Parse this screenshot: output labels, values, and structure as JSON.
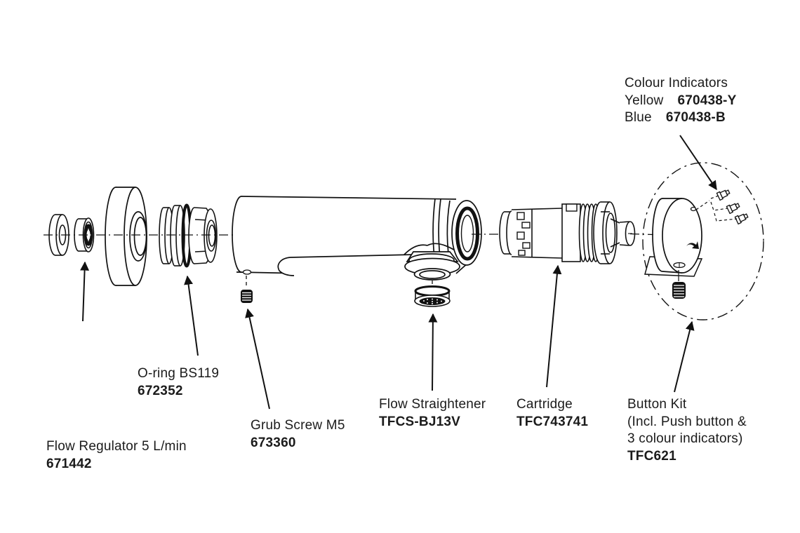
{
  "colors": {
    "ink": "#111111",
    "background": "#ffffff"
  },
  "labels": {
    "colour_indicators": {
      "title": "Colour Indicators",
      "rows": [
        {
          "name": "Yellow",
          "code": "670438-Y"
        },
        {
          "name": "Blue",
          "code": "670438-B"
        }
      ]
    },
    "flow_regulator": {
      "name": "Flow Regulator 5 L/min",
      "code": "671442"
    },
    "o_ring": {
      "name": "O-ring BS119",
      "code": "672352"
    },
    "grub_screw": {
      "name": "Grub Screw M5",
      "code": "673360"
    },
    "flow_straightener": {
      "name": "Flow Straightener",
      "code": "TFCS-BJ13V"
    },
    "cartridge": {
      "name": "Cartridge",
      "code": "TFC743741"
    },
    "button_kit": {
      "name": "Button Kit",
      "detail_line_1": "(Incl. Push button &",
      "detail_line_2": "3 colour indicators)",
      "code": "TFC621"
    }
  }
}
